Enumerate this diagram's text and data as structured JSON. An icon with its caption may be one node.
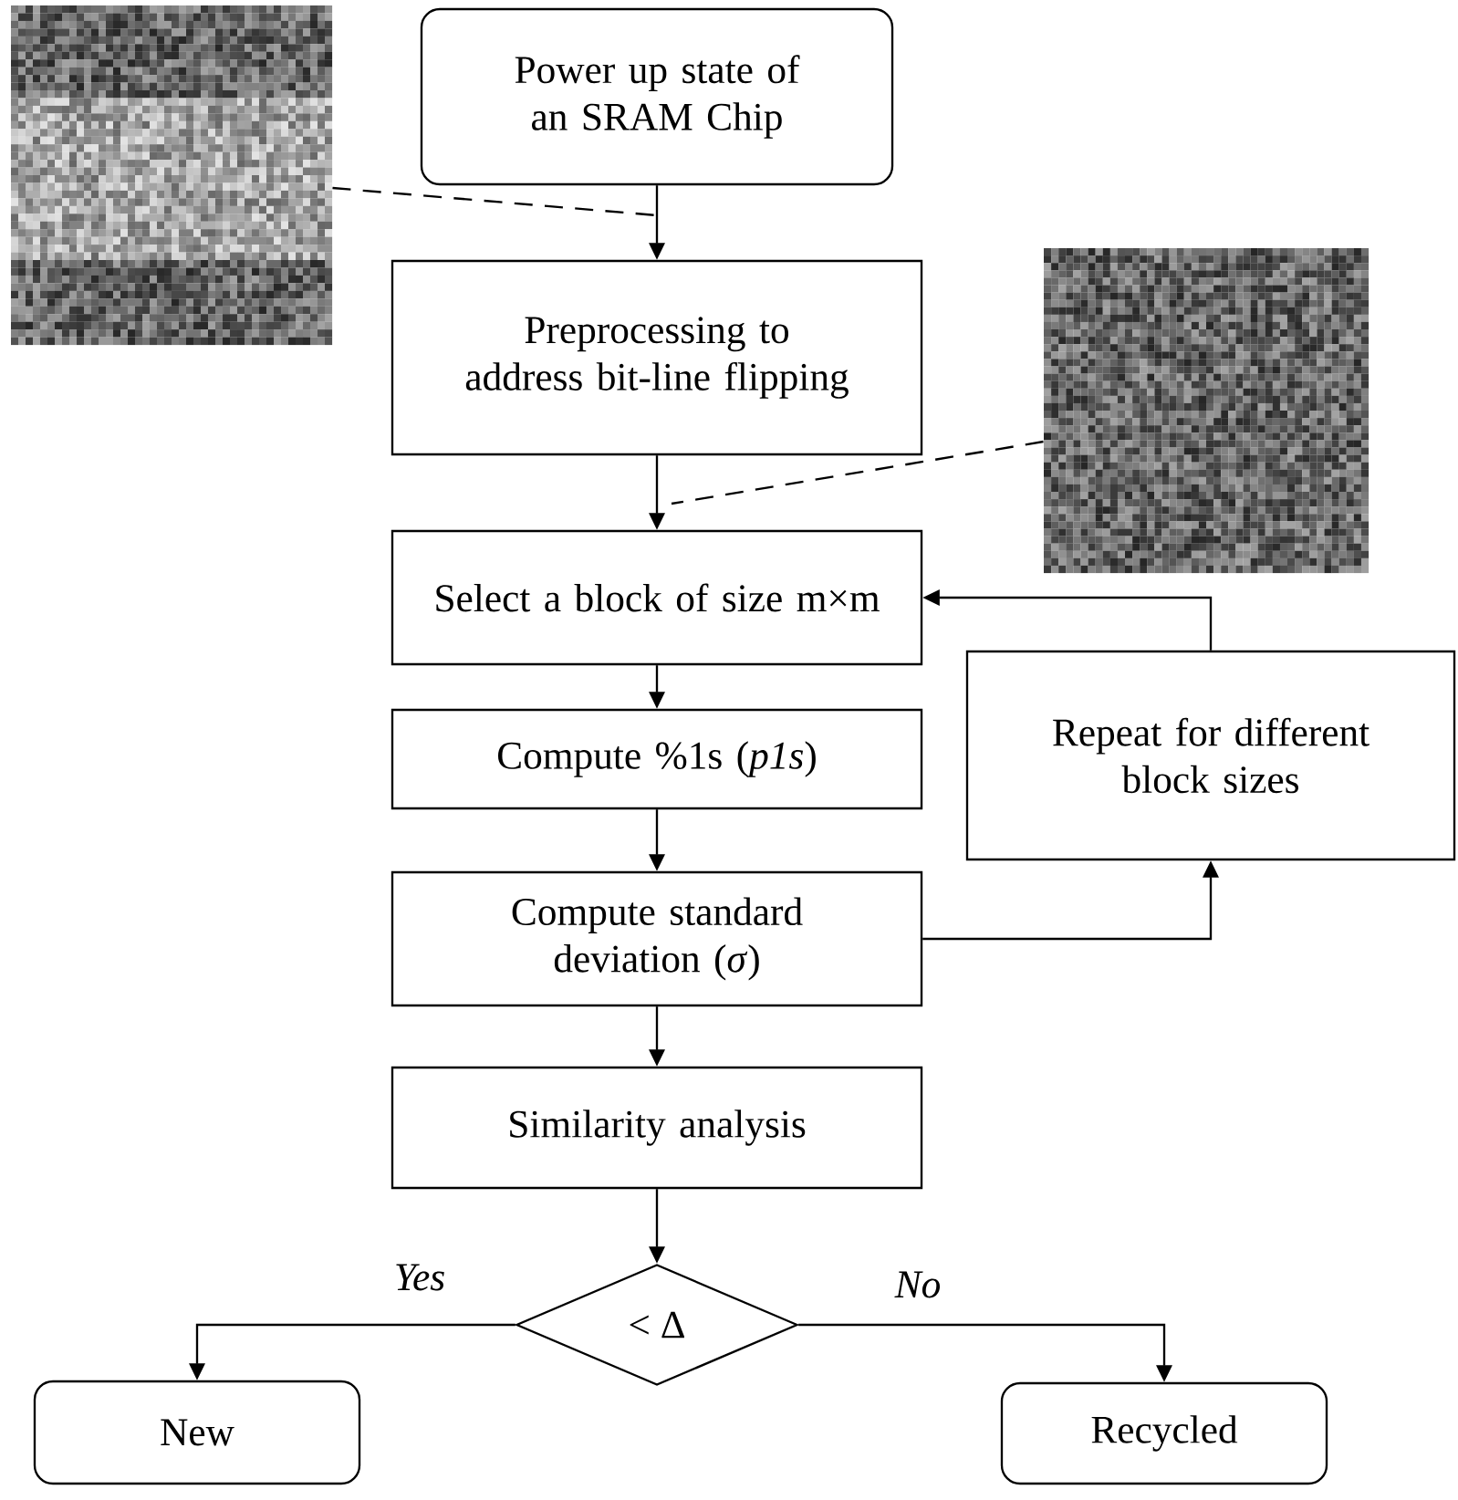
{
  "diagram": {
    "nodes": [
      {
        "text": [],
        "shape": "picture"
      },
      {
        "text": [
          "Power up state of an SRAM Chip"
        ]
      },
      {
        "text": [
          "Preprocessing to address bit-line flipping"
        ]
      },
      {
        "text": [],
        "shape": "picture"
      },
      {
        "text": [
          "Select a block of size m×m"
        ]
      },
      {
        "text": [
          "Compute %1s (*p1s*)"
        ]
      },
      {
        "text": [
          "Repeat for different block sizes"
        ]
      },
      {
        "text": [
          "Compute standard deviation (*σ*)"
        ]
      },
      {
        "text": [
          "Similarity analysis"
        ]
      },
      {
        "text": [
          "< Δ"
        ]
      },
      {
        "text": [
          "New"
        ]
      },
      {
        "text": [
          "Recycled"
        ]
      }
    ],
    "edges": [
      {
        "from": 1,
        "to": 2,
        "arrow": "to"
      },
      {
        "from": 2,
        "to": 4,
        "arrow": "to"
      },
      {
        "from": 4,
        "to": 5,
        "arrow": "to"
      },
      {
        "from": 5,
        "to": 7,
        "arrow": "to"
      },
      {
        "from": 7,
        "to": 6,
        "arrow": "to"
      },
      {
        "from": 6,
        "to": 4,
        "arrow": "to"
      },
      {
        "from": 7,
        "to": 8,
        "arrow": "to"
      },
      {
        "from": 8,
        "to": 9,
        "arrow": "to"
      },
      {
        "from": 9,
        "to": 10,
        "arrow": "to",
        "label": "Yes"
      },
      {
        "from": 9,
        "to": 11,
        "arrow": "to",
        "label": "No"
      },
      {
        "from": 0,
        "to": null,
        "arrow": "none",
        "style": "dashed"
      },
      {
        "from": 3,
        "to": null,
        "arrow": "none",
        "style": "dashed"
      }
    ]
  }
}
